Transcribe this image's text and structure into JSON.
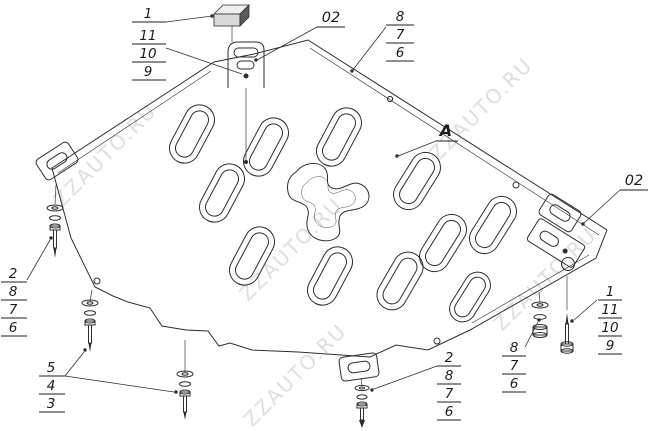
{
  "diagram": {
    "watermark": "ZZAUTO.RU",
    "view_label": "A",
    "bracket_label": "02",
    "callouts": {
      "top_left_part": "1",
      "top_left_kit": [
        "11",
        "10",
        "9"
      ],
      "top_right_kit": [
        "8",
        "7",
        "6"
      ],
      "left_kit": [
        "2",
        "8",
        "7",
        "6"
      ],
      "bottom_left_kit": [
        "5",
        "4",
        "3"
      ],
      "bottom_middle_kit": [
        "2",
        "8",
        "7",
        "6"
      ],
      "bottom_right_kit": [
        "8",
        "7",
        "6"
      ],
      "right_part": "1",
      "right_kit": [
        "11",
        "10",
        "9"
      ]
    }
  }
}
